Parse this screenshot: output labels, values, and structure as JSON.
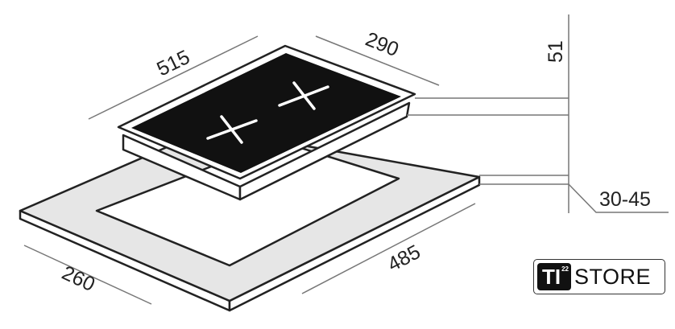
{
  "dimensions": {
    "hob_depth": "515",
    "hob_width": "290",
    "hob_height": "51",
    "cutout_width": "260",
    "cutout_depth": "485",
    "worktop_thickness": "30-45"
  },
  "logo": {
    "brand": "TI",
    "superscript": "22",
    "word": "STORE"
  },
  "colors": {
    "line": "#333333",
    "glass": "#111111",
    "worktop": "#e6e6e6"
  }
}
